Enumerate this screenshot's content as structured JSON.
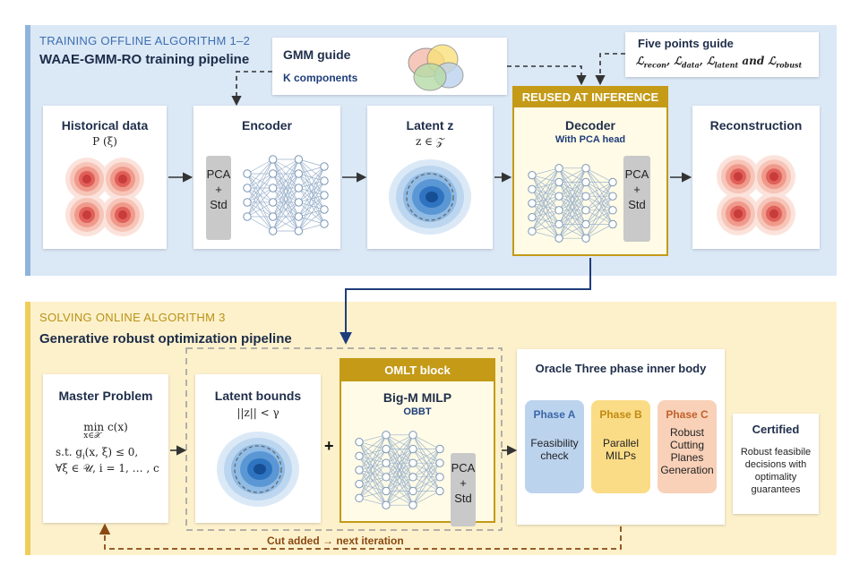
{
  "training": {
    "section_title": "TRAINING OFFLINE ALGORITHM 1–2",
    "pipeline_title": "WAAE-GMM-RO training pipeline",
    "gmm_guide": {
      "title": "GMM guide",
      "sub": "K components"
    },
    "five_points_guide": {
      "title": "Five points guide",
      "losses": [
        "ℒ",
        "recon",
        ", ℒ",
        "data",
        ", ℒ",
        "latent",
        " and ℒ",
        "robust"
      ]
    },
    "historical": {
      "title": "Historical data",
      "sub": "P (ξ)"
    },
    "encoder": {
      "title": "Encoder",
      "pca_label": [
        "PCA",
        "+",
        "Std"
      ]
    },
    "latent": {
      "title": "Latent z",
      "sub": "z ∈ 𝒵"
    },
    "decoder": {
      "banner": "REUSED AT INFERENCE",
      "title": "Decoder",
      "sub": "With PCA head",
      "pca_label": [
        "PCA",
        "+",
        "Std"
      ]
    },
    "reconstruction": {
      "title": "Reconstruction"
    }
  },
  "solving": {
    "section_title": "SOLVING ONLINE ALGORITHM 3",
    "pipeline_title": "Generative robust optimization pipeline",
    "master": {
      "title": "Master Problem",
      "lines": [
        "min c(x)",
        "x∈𝒳",
        "s.t.   g",
        "i",
        "(x, ξ) ≤ 0,",
        "∀ξ ∈ 𝒰, i = 1, … , c"
      ]
    },
    "latent_bounds": {
      "title": "Latent bounds",
      "sub": "||z|| < γ"
    },
    "plus": "+",
    "omlt": {
      "banner": "OMLT block",
      "title": "Big-M MILP",
      "sub": "OBBT",
      "pca_label": [
        "PCA",
        "+",
        "Std"
      ]
    },
    "oracle": {
      "title": "Oracle Three phase inner body"
    },
    "phases": [
      {
        "name": "Phase A",
        "body": [
          "Feasibility",
          "check"
        ],
        "color": "#bcd3ee",
        "name_color": "#3a67a8"
      },
      {
        "name": "Phase B",
        "body": [
          "Parallel",
          "MILPs"
        ],
        "color": "#fbdc86",
        "name_color": "#c08a12"
      },
      {
        "name": "Phase C",
        "body": [
          "Robust",
          "Cutting",
          "Planes",
          "Generation"
        ],
        "color": "#f8d1b8",
        "name_color": "#c2612a"
      }
    ],
    "certified": {
      "title": "Certified",
      "body": [
        "Robust feasibile",
        "decisions with",
        "optimality",
        "guarantees"
      ]
    },
    "cut_label": "Cut added → next iteration"
  },
  "colors": {
    "training_accent": "#3c6eb0",
    "solving_accent": "#b99215",
    "gold": "#c49a17",
    "arrow": "#333333",
    "navy": "#1f3d7a",
    "cut": "#8a4a12",
    "heat": "#d9534f",
    "latent_blue": "#2f74c0"
  }
}
